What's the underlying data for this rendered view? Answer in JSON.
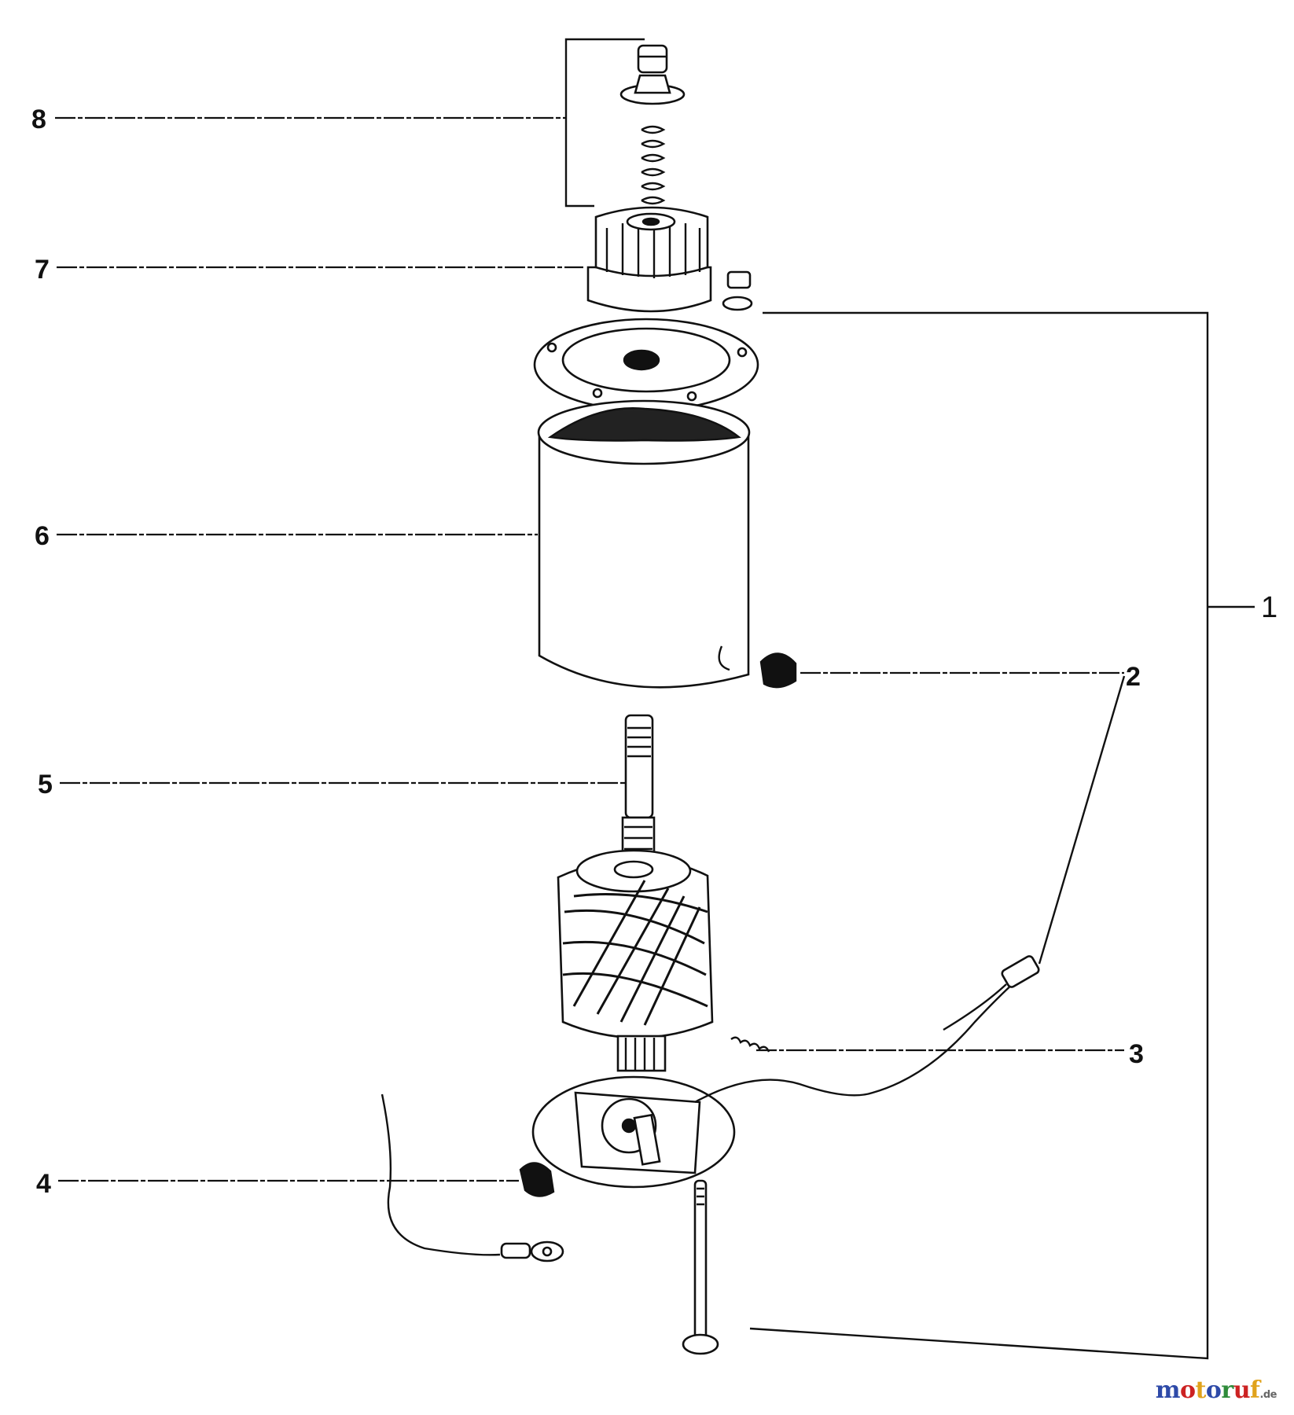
{
  "callouts": {
    "c1": "1",
    "c2": "2",
    "c3": "3",
    "c4": "4",
    "c5": "5",
    "c6": "6",
    "c7": "7",
    "c8": "8"
  },
  "watermark": {
    "letters": [
      "m",
      "o",
      "t",
      "o",
      "r",
      "u",
      "f"
    ],
    "suffix": ".de",
    "colors": [
      "#2e4aa8",
      "#cc2222",
      "#e0a21b",
      "#2e4aa8",
      "#2e8b3a",
      "#cc2222",
      "#e0a21b"
    ]
  }
}
